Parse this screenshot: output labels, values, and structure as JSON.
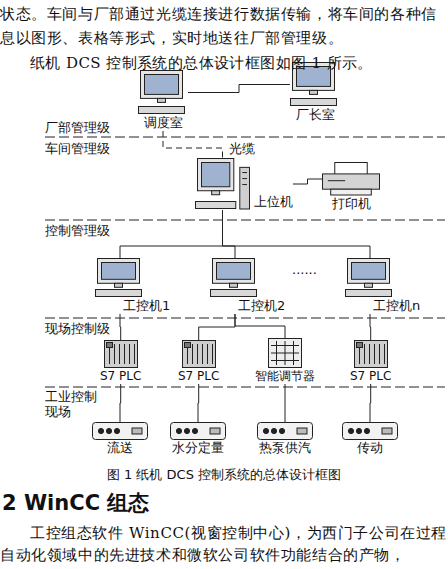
{
  "diagram": {
    "caption": "图 1 纸机 DCS 控制系统的总体设计框图",
    "nodes": [
      {
        "text": [
          "调度室"
        ]
      },
      {
        "text": [
          "厂长室"
        ]
      },
      {
        "text": [
          "上位机"
        ]
      },
      {
        "text": [
          "打印机"
        ]
      },
      {
        "text": [
          "工控机1"
        ]
      },
      {
        "text": [
          "工控机2"
        ]
      },
      {
        "text": [
          "工控机n"
        ]
      },
      {
        "text": [
          "S7 PLC"
        ]
      },
      {
        "text": [
          "S7 PLC"
        ]
      },
      {
        "text": [
          "智能调节器"
        ]
      },
      {
        "text": [
          "S7 PLC"
        ]
      },
      {
        "text": [
          "流送"
        ]
      },
      {
        "text": [
          "水分定量"
        ]
      },
      {
        "text": [
          "热泵供汽"
        ]
      },
      {
        "text": [
          "传动"
        ]
      }
    ],
    "edges": [
      {
        "from": 0,
        "to": 1,
        "arrow": "none"
      },
      {
        "from": 0,
        "to": 2,
        "label": "光缆",
        "arrow": "none"
      },
      {
        "from": 2,
        "to": 3,
        "arrow": "none"
      },
      {
        "from": 2,
        "to": 4,
        "arrow": "none"
      },
      {
        "from": 2,
        "to": 5,
        "arrow": "none"
      },
      {
        "from": 2,
        "to": 6,
        "arrow": "none"
      },
      {
        "from": 4,
        "to": 7,
        "arrow": "none"
      },
      {
        "from": 5,
        "to": 8,
        "arrow": "none"
      },
      {
        "from": 5,
        "to": 9,
        "arrow": "none"
      },
      {
        "from": 6,
        "to": 10,
        "arrow": "none"
      },
      {
        "from": 7,
        "to": 11,
        "arrow": "none"
      },
      {
        "from": 8,
        "to": 12,
        "arrow": "none"
      },
      {
        "from": 9,
        "to": 13,
        "arrow": "none"
      },
      {
        "from": 10,
        "to": 14,
        "arrow": "none"
      }
    ],
    "labels": [
      "状态。车间与厂部通过光缆连接进行数据传输，将车间的各种信息以图形、表格等形式，实时地送往厂部管理级。",
      "纸机 DCS 控制系统的总体设计框图如图 1 所示。",
      "厂部管理级",
      "车间管理级",
      "控制管理级",
      "......",
      "现场控制级",
      "工业控制 现场",
      "2 WinCC 组态",
      "工控组态软件 WinCC(视窗控制中心)，为西门子公司在过程自动化领域中的先进技术和微软公司软件功能结合的产物，"
    ]
  }
}
